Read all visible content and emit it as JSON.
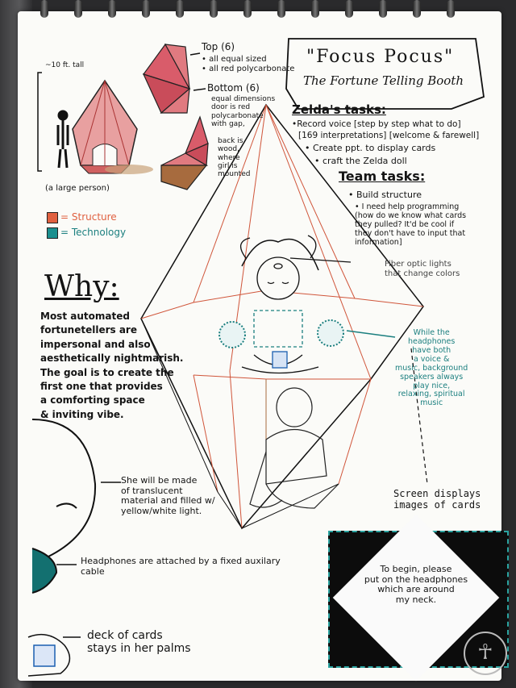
{
  "title_line1": "\"Focus Pocus\"",
  "title_line2": "The Fortune Telling Booth",
  "height_note": "~10 ft. tall",
  "person_note": "(a large person)",
  "top_heading": "Top (6)",
  "top_notes": "• all equal sized\n• all red polycarbonate",
  "bottom_heading": "Bottom (6)",
  "bottom_notes": "equal dimensions\ndoor is red\npolycarbonate\nwith gap,",
  "back_note": "back is\nwood,\nwhere\ngirl is\nmounted",
  "legend": {
    "structure": "= Structure",
    "technology": "= Technology",
    "structure_color": "#e06040",
    "technology_color": "#1b8f8f"
  },
  "zelda_heading": "Zelda's tasks:",
  "zelda_tasks": [
    "•Record voice [step by step what to do]",
    "[169 interpretations] [welcome & farewell]",
    "• Create ppt. to display cards",
    "• craft the Zelda doll"
  ],
  "team_heading": "Team tasks:",
  "team_tasks": [
    "• Build structure",
    "• I need help programming\n(how do we know what cards\nthey pulled? It'd be cool if\nthey don't have to input that\ninformation]"
  ],
  "fiber_note": "Fiber optic lights\nthat change colors",
  "headphones_note": "While the\nheadphones\nhave both\na voice &\nmusic, background\nspeakers always\nplay nice,\nrelaxing, spiritual\nmusic",
  "why_heading": "Why:",
  "why_text": "Most automated\nfortunetellers are\nimpersonal and also\naesthetically nightmarish.\nThe goal is to create the\nfirst one that provides\na comforting space\n& inviting vibe.",
  "translucent_note": "She will be made\nof translucent\nmaterial and filled w/\nyellow/white light.",
  "headphones_attached": "Headphones are attached by a fixed auxilary\ncable",
  "deck_note": "deck of cards\nstays in her palms",
  "screen_label": "Screen displays\nimages of cards",
  "screen_text": "To begin, please\nput on the headphones\nwhich are around\nmy neck."
}
